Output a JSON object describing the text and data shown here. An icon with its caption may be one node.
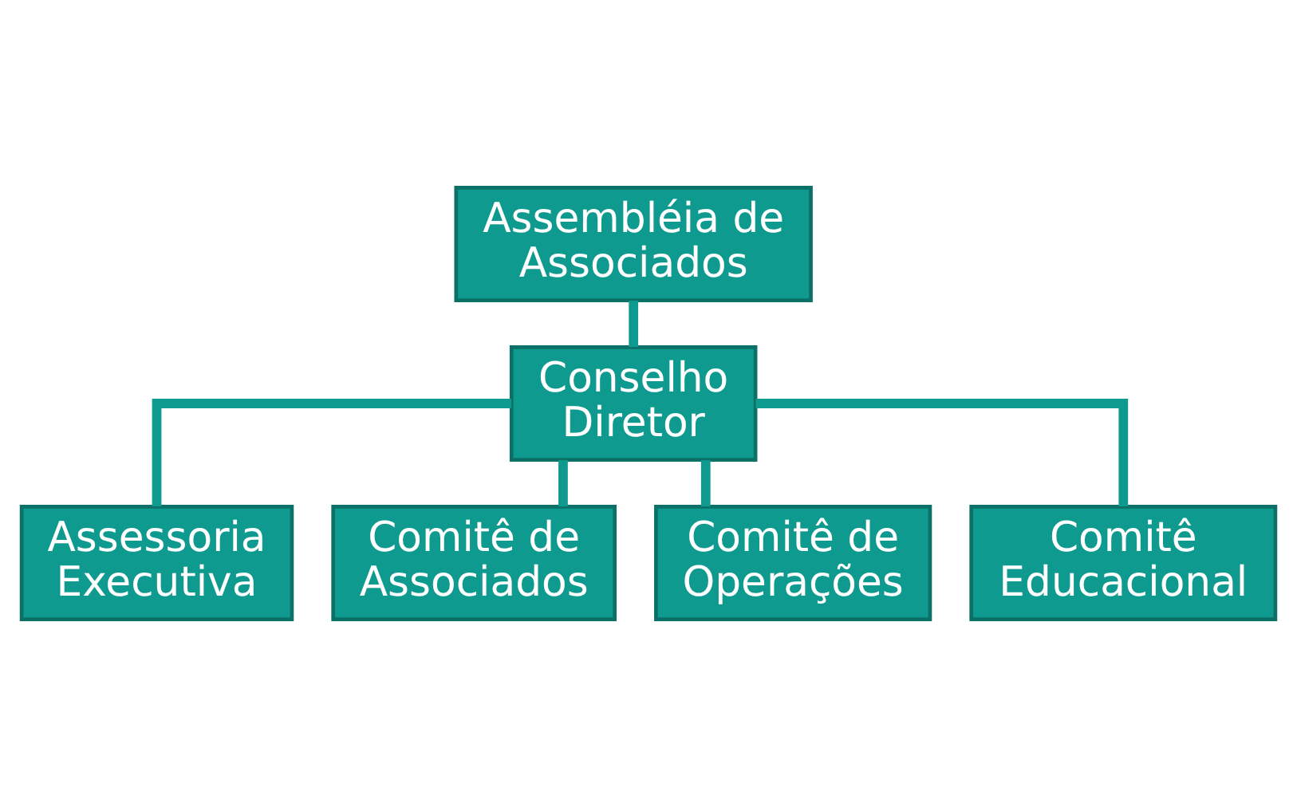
{
  "diagram": {
    "nodes": [
      {
        "text": [
          "Assembléia de Associados"
        ]
      },
      {
        "text": [
          "Conselho Diretor"
        ]
      },
      {
        "text": [
          "Assessoria Executiva"
        ]
      },
      {
        "text": [
          "Comitê de Associados"
        ]
      },
      {
        "text": [
          "Comitê de Operações"
        ]
      },
      {
        "text": [
          "Comitê Educacional"
        ]
      }
    ],
    "edges": [
      {
        "from": 0,
        "to": 1,
        "arrow": "none"
      },
      {
        "from": 1,
        "to": 2,
        "arrow": "none"
      },
      {
        "from": 1,
        "to": 3,
        "arrow": "none"
      },
      {
        "from": 1,
        "to": 4,
        "arrow": "none"
      },
      {
        "from": 1,
        "to": 5,
        "arrow": "none"
      }
    ]
  }
}
